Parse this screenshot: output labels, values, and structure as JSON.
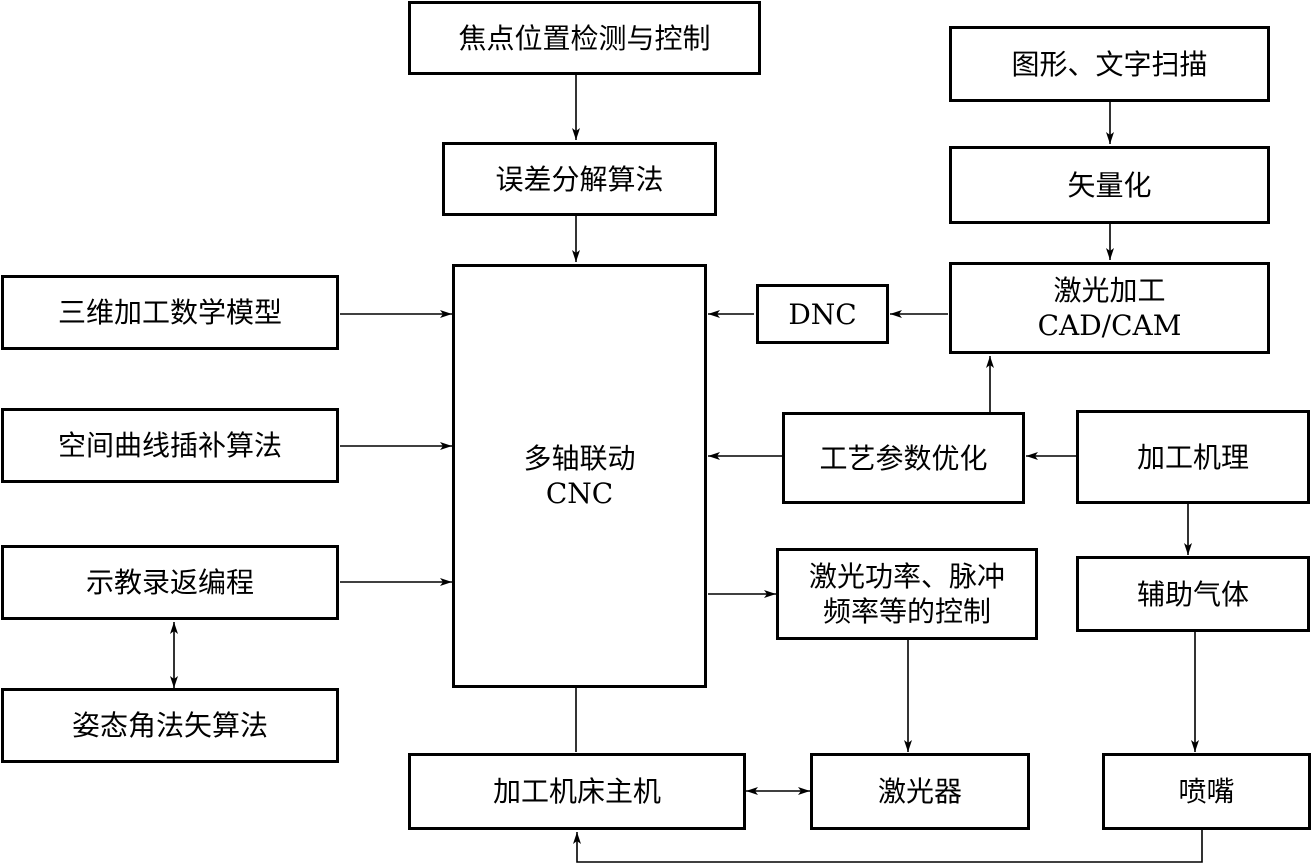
{
  "colors": {
    "stroke": "#000000",
    "background": "#ffffff"
  },
  "boxes": {
    "focus": "焦点位置检测与控制",
    "error": "误差分解算法",
    "graphic": "图形、文字扫描",
    "vector": "矢量化",
    "cadcam": {
      "line1": "激光加工",
      "line2": "CAD/CAM"
    },
    "dnc": "DNC",
    "model3d": "三维加工数学模型",
    "curve": "空间曲线插补算法",
    "teach": "示教录返编程",
    "attitude": "姿态角法矢算法",
    "cnc": {
      "line1": "多轴联动",
      "line2": "CNC"
    },
    "process": "工艺参数优化",
    "mechanism": "加工机理",
    "laserctrl": {
      "line1": "激光功率、脉冲",
      "line2": "频率等的控制"
    },
    "gas": "辅助气体",
    "host": "加工机床主机",
    "laser": "激光器",
    "nozzle": "喷嘴"
  }
}
